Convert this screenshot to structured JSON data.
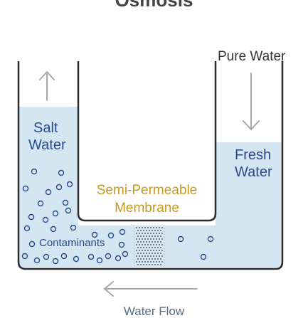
{
  "title": "Osmosis",
  "labels": {
    "pure_water": "Pure Water",
    "salt_water_line1": "Salt",
    "salt_water_line2": "Water",
    "fresh_water_line1": "Fresh",
    "fresh_water_line2": "Water",
    "membrane_line1": "Semi-Permeable",
    "membrane_line2": "Membrane",
    "contaminants": "Contaminants",
    "water_flow": "Water Flow"
  },
  "colors": {
    "water": "#d3e6f2",
    "tank_outline": "#2b2b2b",
    "navy_text": "#2a4a8c",
    "gold_text": "#c79a1c",
    "arrow_gray": "#a9a9a9",
    "contaminant_outline": "#2a4a8c"
  },
  "icons": {
    "pure_water_arrow": "down-arrow-icon",
    "pressure_arrow": "up-arrow-icon",
    "flow_arrow": "left-arrow-icon"
  }
}
